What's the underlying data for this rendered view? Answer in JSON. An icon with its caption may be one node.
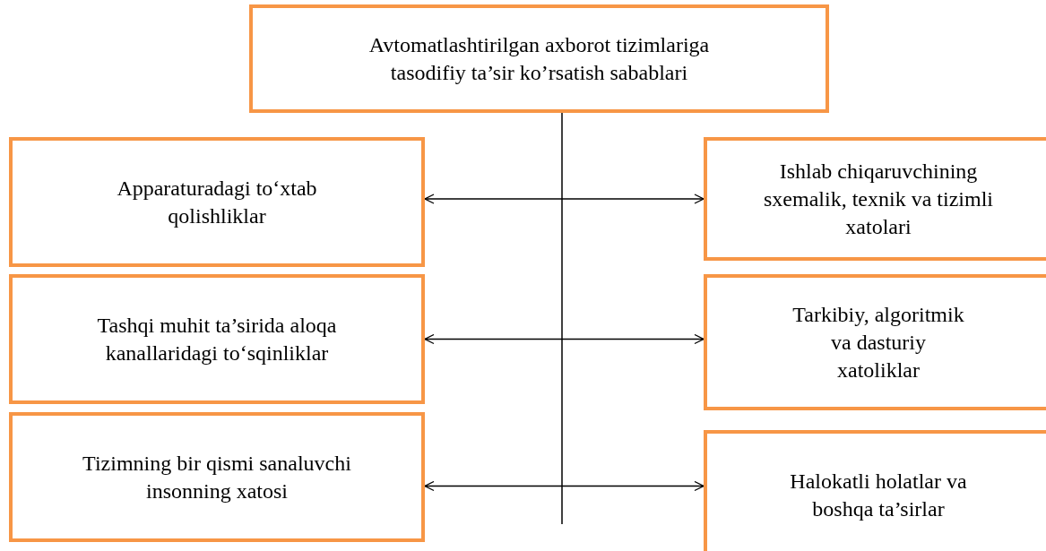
{
  "diagram": {
    "nodes": [
      {
        "text": [
          "Avtomatlashtirilgan axborot tizimlariga tasodifiy ta’sir ko’rsatish sabablari"
        ]
      },
      {
        "text": [
          "Apparaturadagi to‘xtab qolishliklar"
        ]
      },
      {
        "text": [
          "Ishlab chiqaruvchining sxemalik, texnik va tizimli xatolari"
        ]
      },
      {
        "text": [
          "Tashqi muhit ta’sirida aloqa kanallaridagi to‘sqinliklar"
        ]
      },
      {
        "text": [
          "Tarkibiy, algoritmik va dasturiy xatoliklar"
        ]
      },
      {
        "text": [
          "Tizimning bir qismi sanaluvchi insonning xatosi"
        ]
      },
      {
        "text": [
          "Halokatli holatlar va boshqa ta’sirlar"
        ]
      }
    ],
    "edges": [
      {
        "from": 0,
        "to": null,
        "arrow": "none"
      },
      {
        "from": 1,
        "to": 2,
        "arrow": "both"
      },
      {
        "from": 3,
        "to": 4,
        "arrow": "both"
      },
      {
        "from": 5,
        "to": 6,
        "arrow": "both"
      }
    ]
  }
}
